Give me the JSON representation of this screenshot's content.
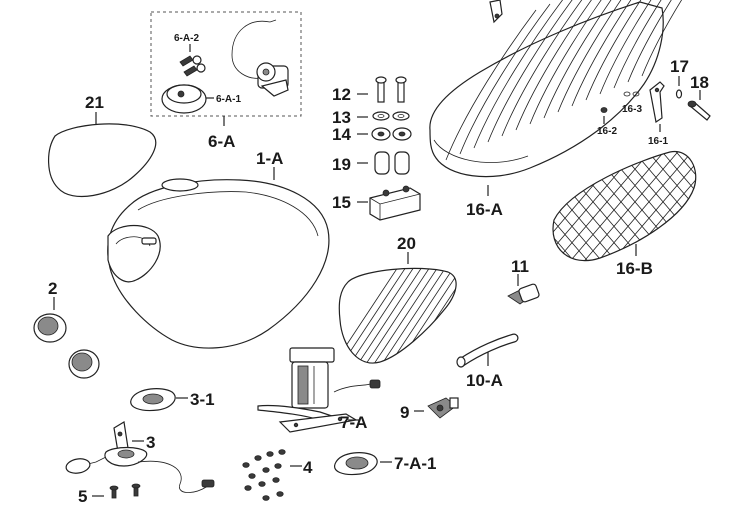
{
  "labels": {
    "p1A": "1-A",
    "p2": "2",
    "p3": "3",
    "p3_1": "3-1",
    "p4": "4",
    "p5": "5",
    "p6A": "6-A",
    "p6A1": "6-A-1",
    "p6A2": "6-A-2",
    "p7A": "7-A",
    "p7A1": "7-A-1",
    "p9": "9",
    "p10A": "10-A",
    "p11": "11",
    "p12": "12",
    "p13": "13",
    "p14": "14",
    "p15": "15",
    "p16A": "16-A",
    "p16B": "16-B",
    "p16_1": "16-1",
    "p16_2": "16-2",
    "p16_3": "16-3",
    "p17": "17",
    "p18": "18",
    "p19": "19",
    "p20": "20",
    "p21": "21"
  }
}
